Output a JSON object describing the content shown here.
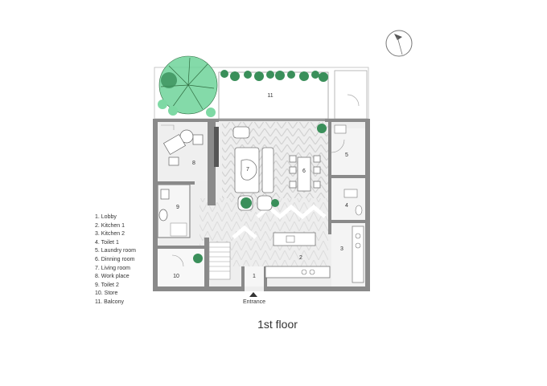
{
  "room_numbers": {
    "r1": "1",
    "r2": "2",
    "r3": "3",
    "r4": "4",
    "r5": "5",
    "r6": "6",
    "r7": "7",
    "r8": "8",
    "r9": "9",
    "r10": "10",
    "r11": "11"
  },
  "entrance_label": "Entrance",
  "legend": [
    "1. Lobby",
    "2. Kitchen 1",
    "3. Kitchen 2",
    "4. Toilet 1",
    "5. Laundry room",
    "6. Dinning room",
    "7. Living room",
    "8. Work place",
    "9. Toilet 2",
    "10. Store",
    "11. Balcony"
  ],
  "caption": "1st floor",
  "colors": {
    "wall": "#8a8a8a",
    "floor": "#e8e8e8",
    "herringbone": "#d4d4d4",
    "tree": "#5fce8c",
    "tree_dark": "#2e6b3f",
    "shrub": "#3a8f5a"
  }
}
